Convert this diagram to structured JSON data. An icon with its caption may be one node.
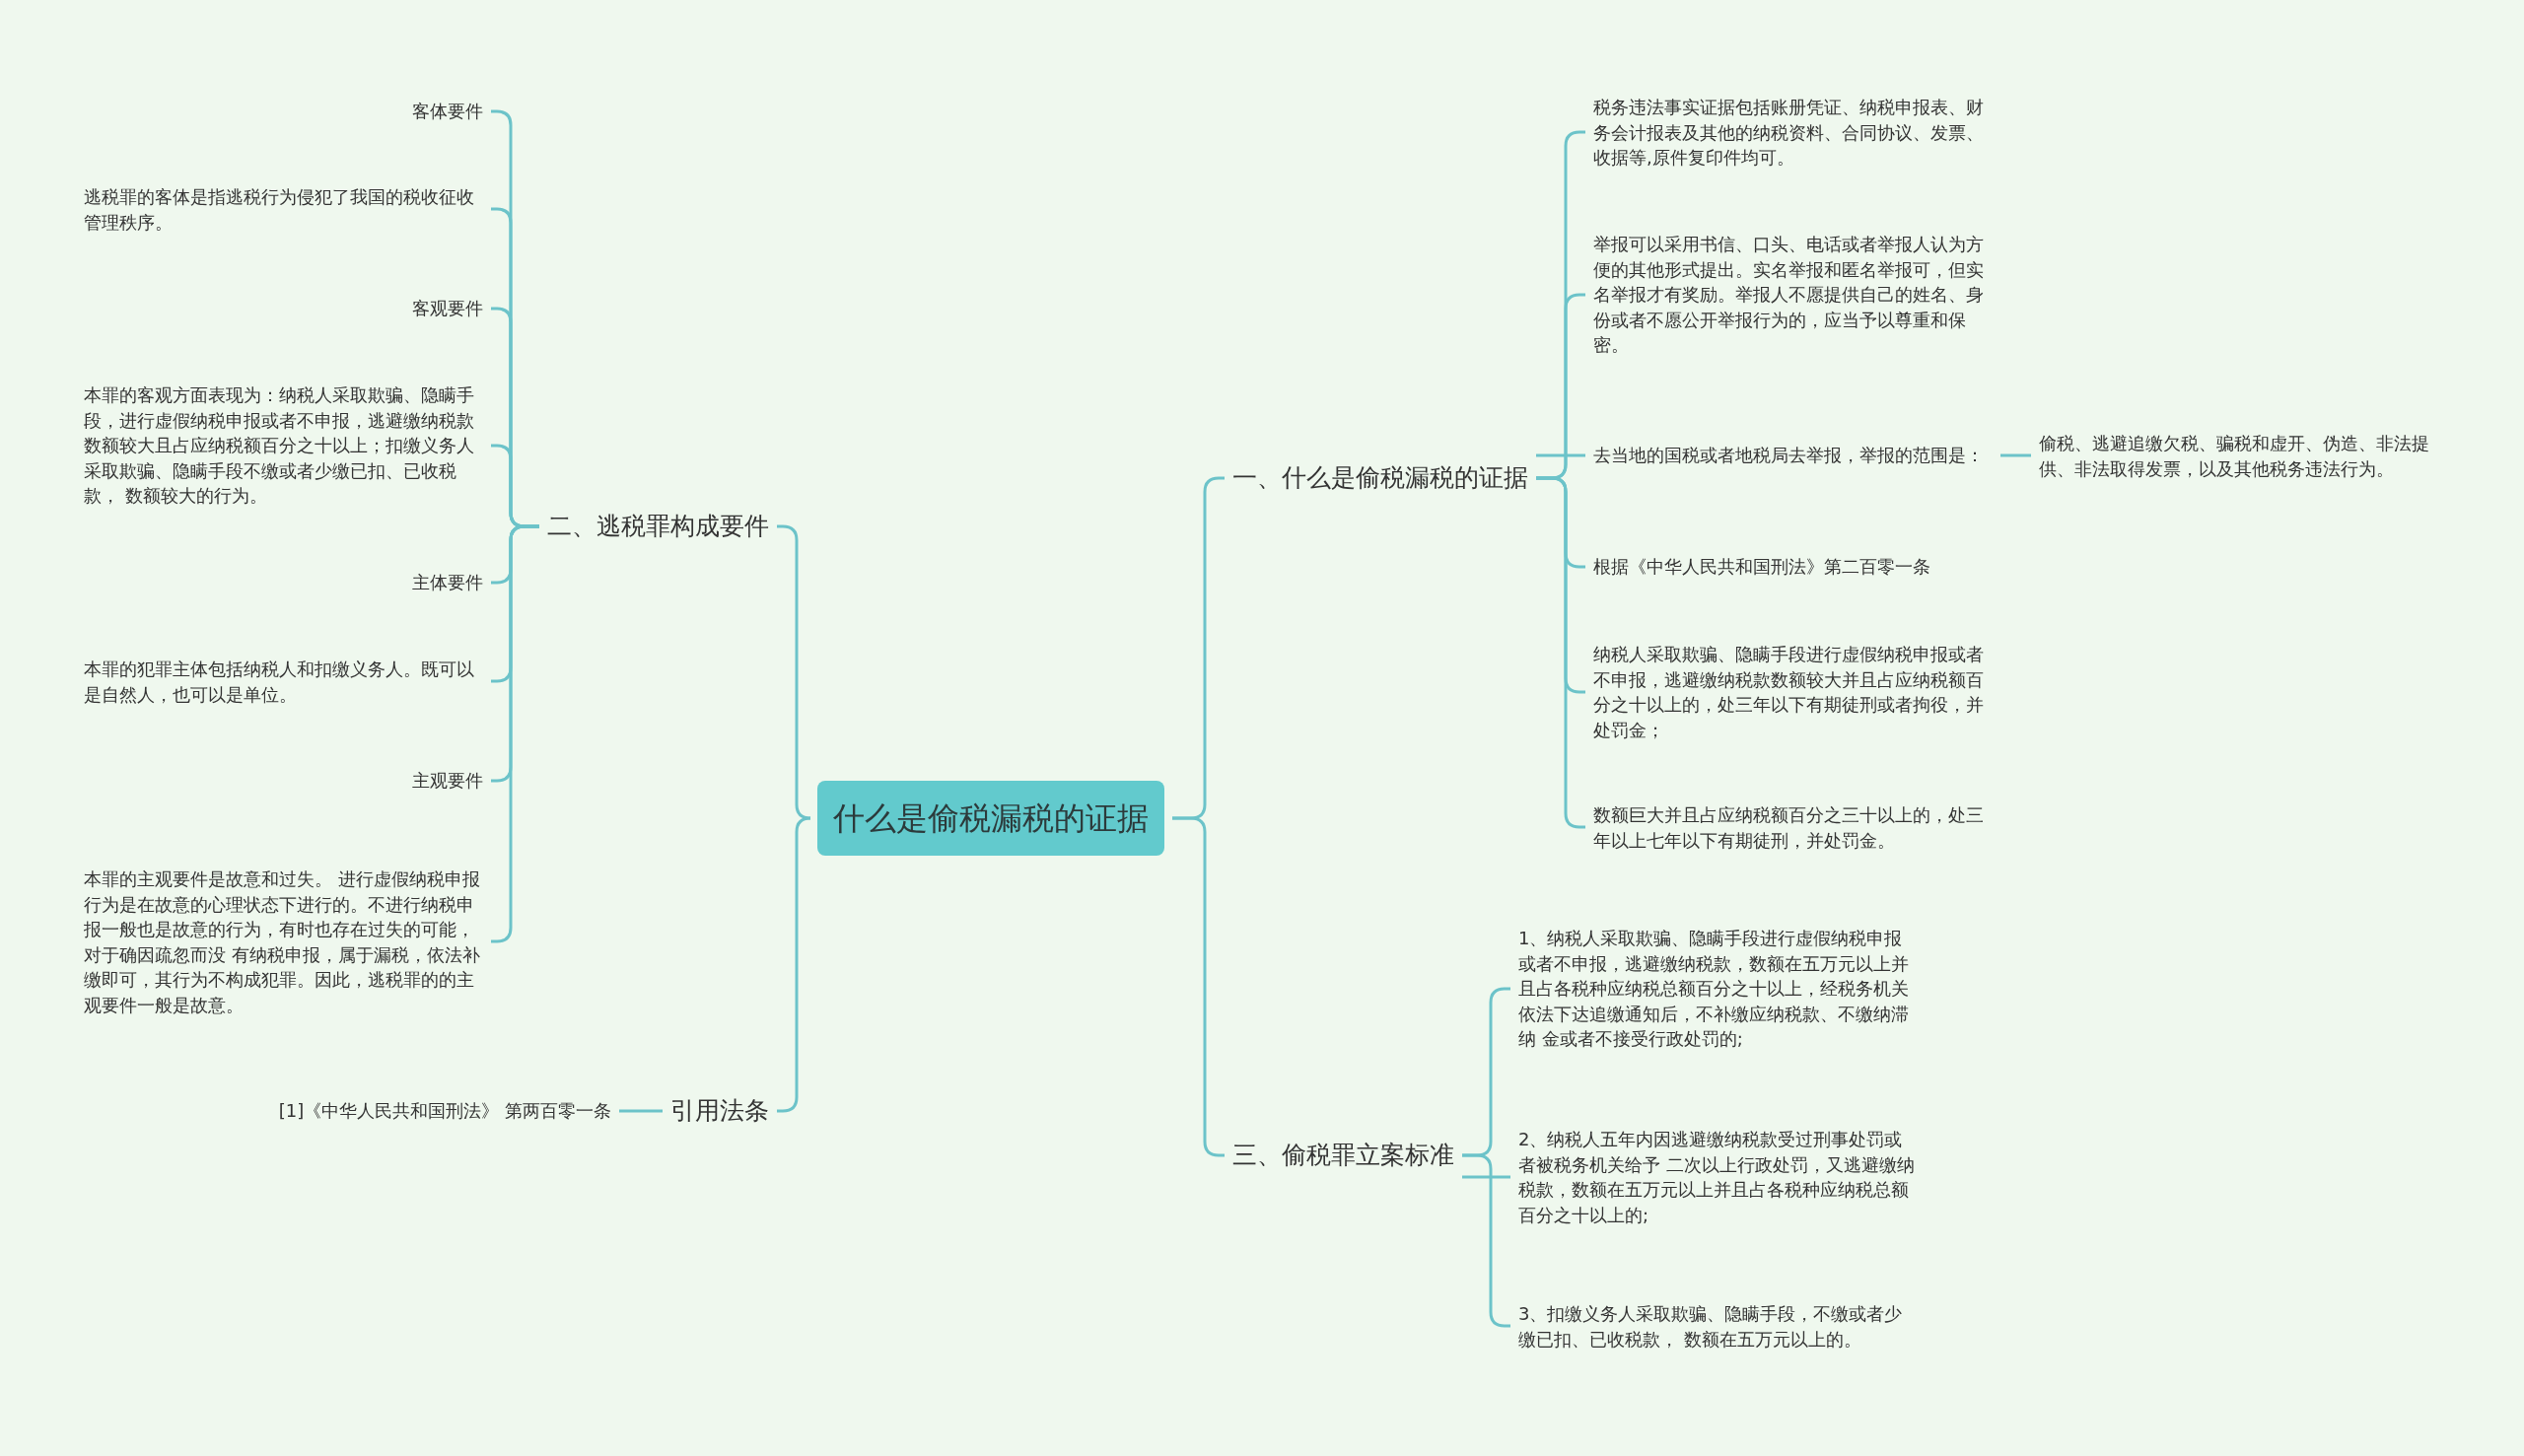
{
  "diagram": {
    "nodes": [
      {
        "text": [
          "什么是偷税漏税的证据"
        ]
      },
      {
        "text": [
          "一、什么是偷税漏税的证据"
        ]
      },
      {
        "text": [
          "税务违法事实证据包括账册凭证、纳税申报表、财务会计报表及其他的纳税资料、合同协议、发票、收据等,原件复印件均可。"
        ]
      },
      {
        "text": [
          "举报可以采用书信、口头、电话或者举报人认为方便的其他形式提出。实名举报和匿名举报可，但实名举报才有奖励。举报人不愿提供自己的姓名、身份或者不愿公开举报行为的，应当予以尊重和保密。"
        ]
      },
      {
        "text": [
          "去当地的国税或者地税局去举报，举报的范围是："
        ]
      },
      {
        "text": [
          "偷税、逃避追缴欠税、骗税和虚开、伪造、非法提供、非法取得发票，以及其他税务违法行为。"
        ]
      },
      {
        "text": [
          "根据《中华人民共和国刑法》第二百零一条"
        ]
      },
      {
        "text": [
          "纳税人采取欺骗、隐瞒手段进行虚假纳税申报或者不申报，逃避缴纳税款数额较大并且占应纳税额百分之十以上的，处三年以下有期徒刑或者拘役，并处罚金；"
        ]
      },
      {
        "text": [
          "数额巨大并且占应纳税额百分之三十以上的，处三年以上七年以下有期徒刑，并处罚金。"
        ]
      },
      {
        "text": [
          "三、偷税罪立案标准"
        ]
      },
      {
        "text": [
          "1、纳税人采取欺骗、隐瞒手段进行虚假纳税申报或者不申报，逃避缴纳税款，数额在五万元以上并且占各税种应纳税总额百分之十以上，经税务机关依法下达追缴通知后，不补缴应纳税款、不缴纳滞纳 金或者不接受行政处罚的;"
        ]
      },
      {
        "text": [
          "2、纳税人五年内因逃避缴纳税款受过刑事处罚或者被税务机关给予 二次以上行政处罚，又逃避缴纳税款，数额在五万元以上并且占各税种应纳税总额百分之十以上的;"
        ]
      },
      {
        "text": [
          "3、扣缴义务人采取欺骗、隐瞒手段，不缴或者少缴已扣、已收税款， 数额在五万元以上的。"
        ]
      },
      {
        "text": [
          "二、逃税罪构成要件"
        ]
      },
      {
        "text": [
          "客体要件"
        ]
      },
      {
        "text": [
          "逃税罪的客体是指逃税行为侵犯了我国的税收征收管理秩序。"
        ]
      },
      {
        "text": [
          "客观要件"
        ]
      },
      {
        "text": [
          "本罪的客观方面表现为：纳税人采取欺骗、隐瞒手段，进行虚假纳税申报或者不申报，逃避缴纳税款数额较大且占应纳税额百分之十以上；扣缴义务人采取欺骗、隐瞒手段不缴或者少缴已扣、已收税款， 数额较大的行为。"
        ]
      },
      {
        "text": [
          "主体要件"
        ]
      },
      {
        "text": [
          "本罪的犯罪主体包括纳税人和扣缴义务人。既可以是自然人，也可以是单位。"
        ]
      },
      {
        "text": [
          "主观要件"
        ]
      },
      {
        "text": [
          "本罪的主观要件是故意和过失。 进行虚假纳税申报行为是在故意的心理状态下进行的。不进行纳税申报一般也是故意的行为，有时也存在过失的可能，对于确因疏忽而没 有纳税申报，属于漏税，依法补缴即可，其行为不构成犯罪。因此，逃税罪的的主观要件一般是故意。"
        ]
      },
      {
        "text": [
          "引用法条"
        ]
      },
      {
        "text": [
          "[1]《中华人民共和国刑法》 第两百零一条"
        ]
      }
    ],
    "edges": [
      {
        "from": 0,
        "to": 1,
        "arrow": "none"
      },
      {
        "from": 1,
        "to": 2,
        "arrow": "none"
      },
      {
        "from": 1,
        "to": 3,
        "arrow": "none"
      },
      {
        "from": 1,
        "to": 4,
        "arrow": "none"
      },
      {
        "from": 4,
        "to": 5,
        "arrow": "none"
      },
      {
        "from": 1,
        "to": 6,
        "arrow": "none"
      },
      {
        "from": 1,
        "to": 7,
        "arrow": "none"
      },
      {
        "from": 1,
        "to": 8,
        "arrow": "none"
      },
      {
        "from": 0,
        "to": 9,
        "arrow": "none"
      },
      {
        "from": 9,
        "to": 10,
        "arrow": "none"
      },
      {
        "from": 9,
        "to": 11,
        "arrow": "none"
      },
      {
        "from": 9,
        "to": 12,
        "arrow": "none"
      },
      {
        "from": 0,
        "to": 13,
        "arrow": "none"
      },
      {
        "from": 13,
        "to": 14,
        "arrow": "none"
      },
      {
        "from": 13,
        "to": 15,
        "arrow": "none"
      },
      {
        "from": 13,
        "to": 16,
        "arrow": "none"
      },
      {
        "from": 13,
        "to": 17,
        "arrow": "none"
      },
      {
        "from": 13,
        "to": 18,
        "arrow": "none"
      },
      {
        "from": 13,
        "to": 19,
        "arrow": "none"
      },
      {
        "from": 13,
        "to": 20,
        "arrow": "none"
      },
      {
        "from": 13,
        "to": 21,
        "arrow": "none"
      },
      {
        "from": 0,
        "to": 22,
        "arrow": "none"
      },
      {
        "from": 22,
        "to": 23,
        "arrow": "none"
      }
    ]
  }
}
